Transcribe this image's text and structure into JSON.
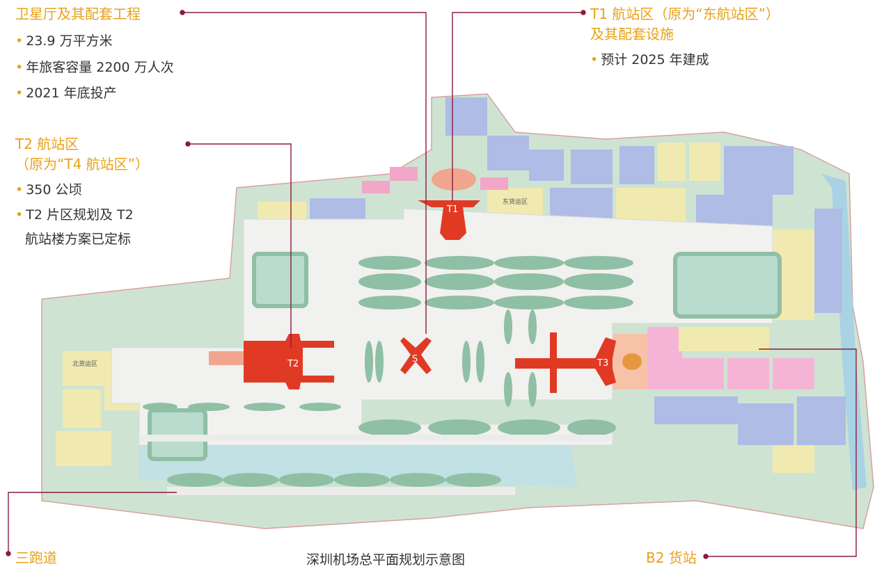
{
  "annotations": {
    "satellite": {
      "title": "卫星厅及其配套工程",
      "bullets": [
        "23.9 万平方米",
        "年旅客容量 2200 万人次",
        "2021 年底投产"
      ]
    },
    "t1": {
      "title_line1": "T1 航站区（原为“东航站区”）",
      "title_line2": "及其配套设施",
      "bullets": [
        "预计 2025 年建成"
      ]
    },
    "t2": {
      "title_line1": "T2 航站区",
      "title_line2": "（原为“T4 航站区”）",
      "bullets": [
        "350 公顷",
        "T2 片区规划及 T2",
        "航站楼方案已定标"
      ]
    },
    "runway": {
      "title": "三跑道"
    },
    "cargo": {
      "title": "B2 货站"
    }
  },
  "map": {
    "terminals": {
      "t1": "T1",
      "t2": "T2",
      "s": "S",
      "t3": "T3"
    },
    "zones": {
      "north_cargo": "北货运区",
      "east_zone": "东货运区"
    }
  },
  "caption": "深圳机场总平面规划示意图",
  "colors": {
    "accent": "#e8a117",
    "terminal_red": "#e03a25",
    "apron_green": "#8fbfa4",
    "water": "#bfe0ea",
    "leader": "#8a1b3c"
  }
}
